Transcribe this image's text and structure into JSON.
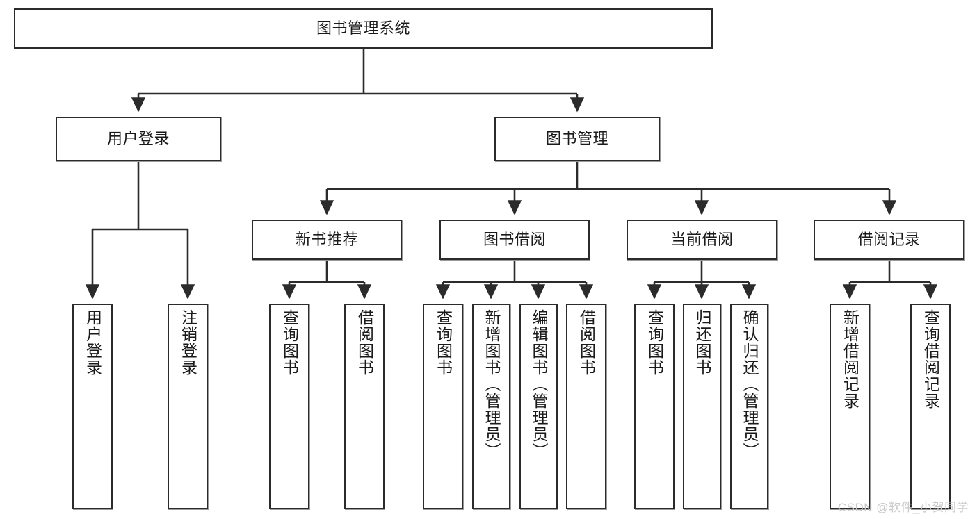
{
  "diagram": {
    "type": "tree",
    "title": "图书管理系统",
    "orientation": "top-down",
    "line_color": "#2b2b2b",
    "box_fill": "#ffffff",
    "box_border": "#2b2b2b",
    "nodes": {
      "root": {
        "label": "图书管理系统"
      },
      "level2": [
        {
          "label": "用户登录"
        },
        {
          "label": "图书管理"
        }
      ],
      "level3": [
        {
          "label": "新书推荐"
        },
        {
          "label": "图书借阅"
        },
        {
          "label": "当前借阅"
        },
        {
          "label": "借阅记录"
        }
      ],
      "leaves": [
        {
          "label": "用户登录",
          "parent": "用户登录"
        },
        {
          "label": "注销登录",
          "parent": "用户登录"
        },
        {
          "label": "查询图书",
          "parent": "新书推荐"
        },
        {
          "label": "借阅图书",
          "parent": "新书推荐"
        },
        {
          "label": "查询图书",
          "parent": "图书借阅"
        },
        {
          "label": "新增图书（管理员）",
          "parent": "图书借阅"
        },
        {
          "label": "编辑图书（管理员）",
          "parent": "图书借阅"
        },
        {
          "label": "借阅图书",
          "parent": "图书借阅"
        },
        {
          "label": "查询图书",
          "parent": "当前借阅"
        },
        {
          "label": "归还图书",
          "parent": "当前借阅"
        },
        {
          "label": "确认归还（管理员）",
          "parent": "当前借阅"
        },
        {
          "label": "新增借阅记录",
          "parent": "借阅记录"
        },
        {
          "label": "查询借阅记录",
          "parent": "借阅记录"
        }
      ]
    }
  },
  "watermark": {
    "text": "CSDN @软件_小贺同学"
  }
}
